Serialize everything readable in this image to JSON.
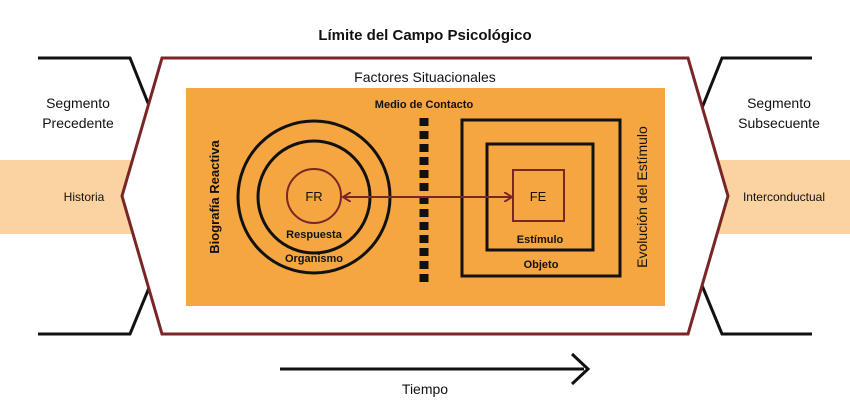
{
  "title": "Límite del Campo Psicológico",
  "situational_factors": "Factores Situacionales",
  "contact_medium": "Medio de Contacto",
  "left_segment": {
    "line1": "Segmento",
    "line2": "Precedente"
  },
  "right_segment": {
    "line1": "Segmento",
    "line2": "Subsecuente"
  },
  "history": "Historia",
  "interbehavioral": "Interconductual",
  "reactive_biography": "Biografía Reactiva",
  "stimulus_evolution": "Evolución del Estímulo",
  "fr": "FR",
  "fe": "FE",
  "response": "Respuesta",
  "organism": "Organismo",
  "stimulus": "Estímulo",
  "object": "Objeto",
  "time": "Tiempo",
  "colors": {
    "orange": "#F5A641",
    "light_orange": "#FBD3A0",
    "dark_red": "#7A2626",
    "black": "#111111"
  }
}
